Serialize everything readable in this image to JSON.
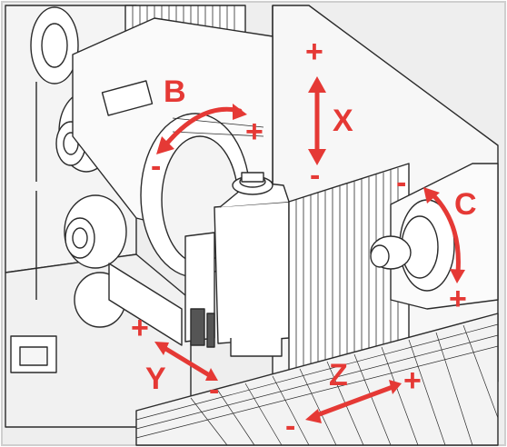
{
  "accent_color": "#e53935",
  "line_color": "#2b2b2b",
  "background_color": "#eeeeee",
  "axes": {
    "B": {
      "label": "B",
      "minus": "-",
      "plus": "+"
    },
    "X": {
      "label": "X",
      "minus": "-",
      "plus": "+"
    },
    "C": {
      "label": "C",
      "minus": "-",
      "plus": "+"
    },
    "Y": {
      "label": "Y",
      "minus": "-",
      "plus": "+"
    },
    "Z": {
      "label": "Z",
      "minus": "-",
      "plus": "+"
    }
  }
}
